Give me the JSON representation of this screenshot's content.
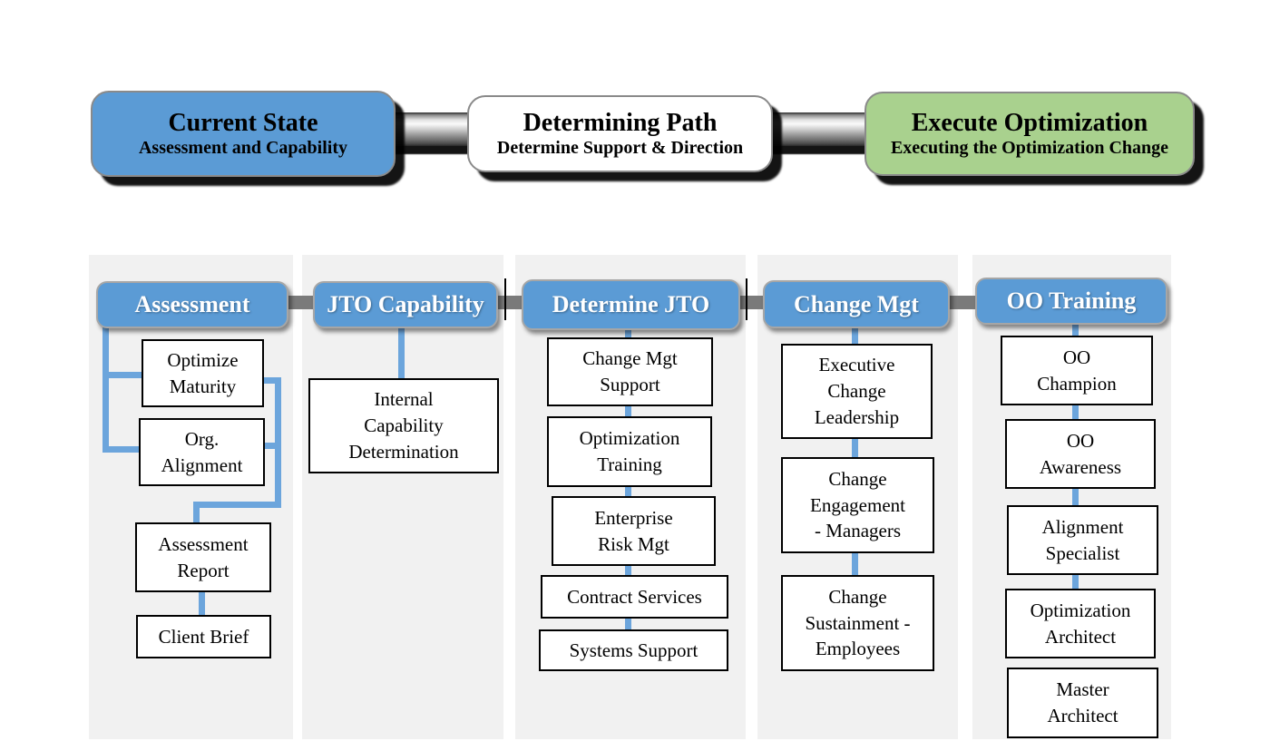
{
  "top_flow": [
    {
      "title": "Current State",
      "subtitle": "Assessment and Capability",
      "fill": "#5B9BD5"
    },
    {
      "title": "Determining Path",
      "subtitle": "Determine Support & Direction",
      "fill": "#FFFFFF"
    },
    {
      "title": "Execute Optimization",
      "subtitle": "Executing the Optimization Change",
      "fill": "#A9D18E"
    }
  ],
  "columns": [
    {
      "header": "Assessment",
      "boxes": [
        "Optimize\nMaturity",
        "Org.\nAlignment",
        "Assessment\nReport",
        "Client Brief"
      ]
    },
    {
      "header": "JTO Capability",
      "boxes": [
        "Internal\nCapability\nDetermination"
      ]
    },
    {
      "header": "Determine JTO",
      "boxes": [
        "Change Mgt\nSupport",
        "Optimization\nTraining",
        "Enterprise\nRisk Mgt",
        "Contract Services",
        "Systems Support"
      ]
    },
    {
      "header": "Change Mgt",
      "boxes": [
        "Executive\nChange\nLeadership",
        "Change\nEngagement\n- Managers",
        "Change\nSustainment -\nEmployees"
      ]
    },
    {
      "header": "OO Training",
      "boxes": [
        "OO\nChampion",
        "OO\nAwareness",
        "Alignment\nSpecialist",
        "Optimization\nArchitect",
        "Master\nArchitect"
      ]
    }
  ],
  "colors": {
    "phase_blue": "#5B9BD5",
    "phase_white": "#FFFFFF",
    "phase_green": "#A9D18E",
    "column_header_fill": "#5B9BD5",
    "connector_blue": "#6CA5DC",
    "connector_gray": "#7A7A7A",
    "column_background": "#F1F1F1",
    "node_border": "#000000"
  }
}
